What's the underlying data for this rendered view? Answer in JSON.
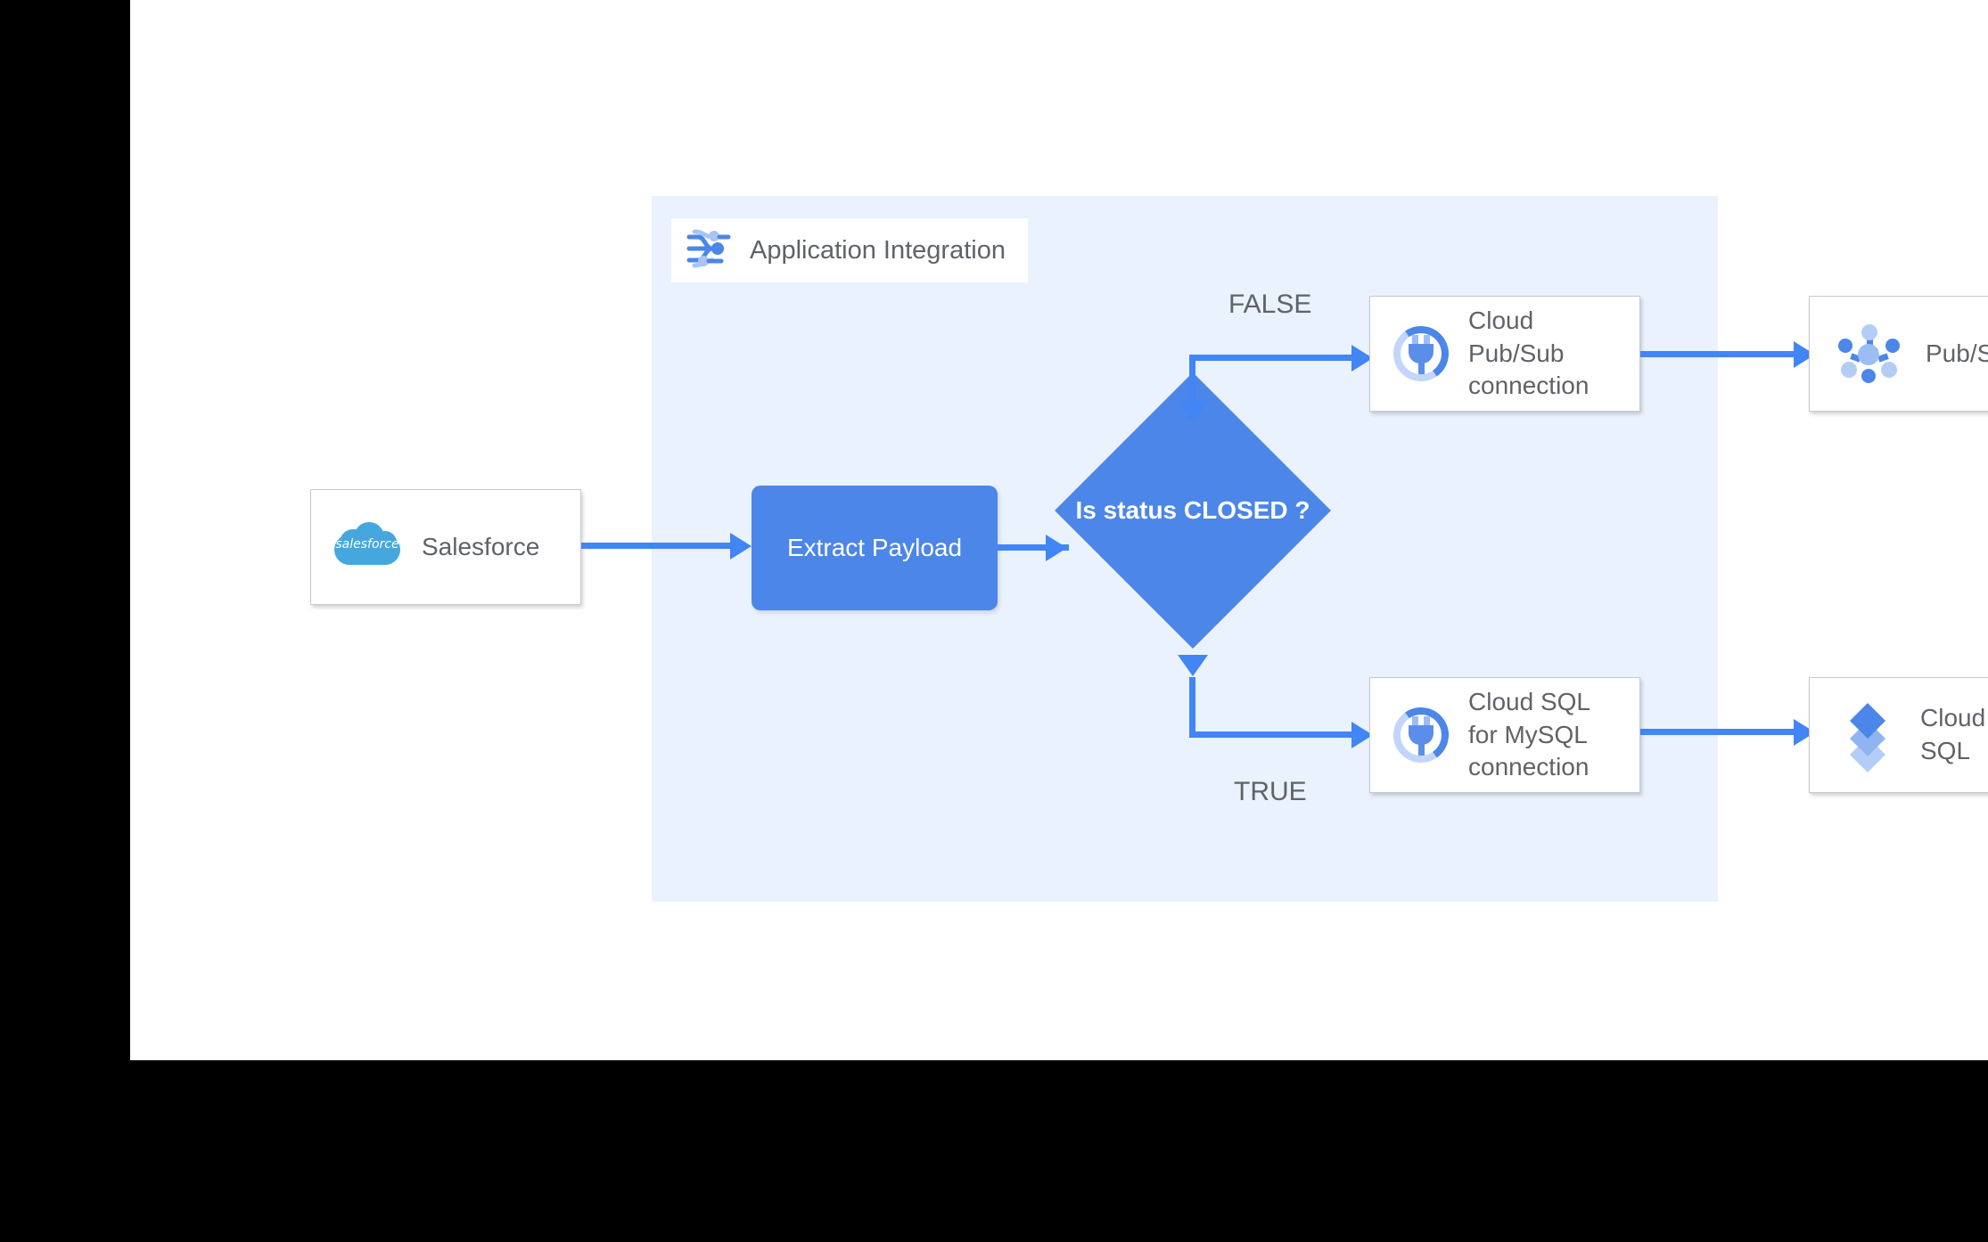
{
  "diagram": {
    "panel": {
      "label": "Application Integration",
      "icon": "application-integration-icon"
    },
    "nodes": {
      "salesforce": {
        "label": "Salesforce",
        "icon": "salesforce-cloud-icon"
      },
      "extract_payload": {
        "label": "Extract Payload"
      },
      "decision": {
        "label": "Is status CLOSED ?"
      },
      "pubsub_connection": {
        "label": "Cloud Pub/Sub connection",
        "icon": "connector-plug-icon"
      },
      "pubsub_target": {
        "label": "Pub/Sub",
        "icon": "pubsub-hub-icon"
      },
      "cloudsql_connection": {
        "label": "Cloud SQL for MySQL connection",
        "icon": "connector-plug-icon"
      },
      "cloudsql_target": {
        "label": "Cloud SQL",
        "icon": "cloud-sql-stack-icon"
      }
    },
    "edge_labels": {
      "false": "FALSE",
      "true": "TRUE"
    },
    "colors": {
      "accent": "#4285f4",
      "process_fill": "#4b86e8",
      "panel_fill": "#eaf2fd",
      "text": "#5f6368",
      "salesforce_blue": "#44a8df",
      "canvas": "#ffffff",
      "backdrop": "#000000"
    },
    "salesforce_wordmark": "salesforce"
  }
}
